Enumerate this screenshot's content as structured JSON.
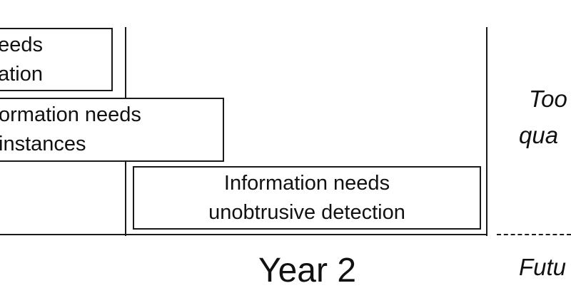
{
  "boxes": [
    {
      "lines": [
        "eeds",
        "ation"
      ]
    },
    {
      "lines": [
        "ormation needs",
        "instances"
      ]
    },
    {
      "lines": [
        "Information needs",
        "unobtrusive detection"
      ]
    }
  ],
  "axis": {
    "year_label": "Year 2"
  },
  "side_labels": {
    "top_line1": "Too",
    "top_line2": "qua",
    "bottom": "Futu"
  },
  "colors": {
    "line": "#1a1a1a",
    "background": "#ffffff"
  }
}
